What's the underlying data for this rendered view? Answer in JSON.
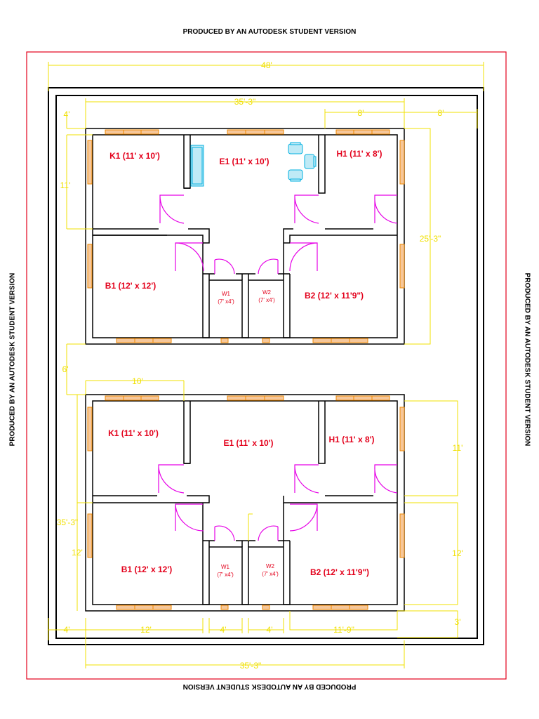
{
  "watermark": "PRODUCED BY AN AUTODESK STUDENT VERSION",
  "colors": {
    "wall": "#000000",
    "border": "#e3001b",
    "dimension": "#f0e000",
    "window": "#f08a00",
    "door": "#e600e6",
    "furniture": "#00b0e0",
    "room_label": "#e3001b"
  },
  "floor1": {
    "k1": "K1 (11' x 10')",
    "e1": "E1 (11' x 10')",
    "h1": "H1 (11' x 8')",
    "b1": "B1 (12' x 12')",
    "b2": "B2 (12' x 11'9\")",
    "w1": "W1",
    "w1_size": "(7' x4')",
    "w2": "W2",
    "w2_size": "(7' x4')"
  },
  "floor2": {
    "k1": "K1 (11' x 10')",
    "e1": "E1 (11' x 10')",
    "h1": "H1 (11' x 8')",
    "b1": "B1 (12' x 12')",
    "b2": "B2 (12' x 11'9\")",
    "w1": "W1",
    "w1_size": "(7' x4')",
    "w2": "W2",
    "w2_size": "(7' x4')"
  },
  "dimensions": {
    "overall_width": "48'",
    "inner_width_top": "35'-3\"",
    "inner_width_bottom": "35'-3\"",
    "left_offset_top": "4'",
    "h1_width": "8'",
    "right_offset": "8'",
    "k1_depth": "11'",
    "right_height": "25'-3\"",
    "corridor": "6'",
    "k1_width": "10'",
    "left_height": "35'-3\"",
    "b1_depth": "12'",
    "h1_depth": "11'",
    "b2_depth": "12'",
    "left_offset_bottom": "4'",
    "b1_width": "12'",
    "w1_width": "4'",
    "w2_width": "4'",
    "b2_width": "11'-9\"",
    "bottom_offset": "3'"
  }
}
